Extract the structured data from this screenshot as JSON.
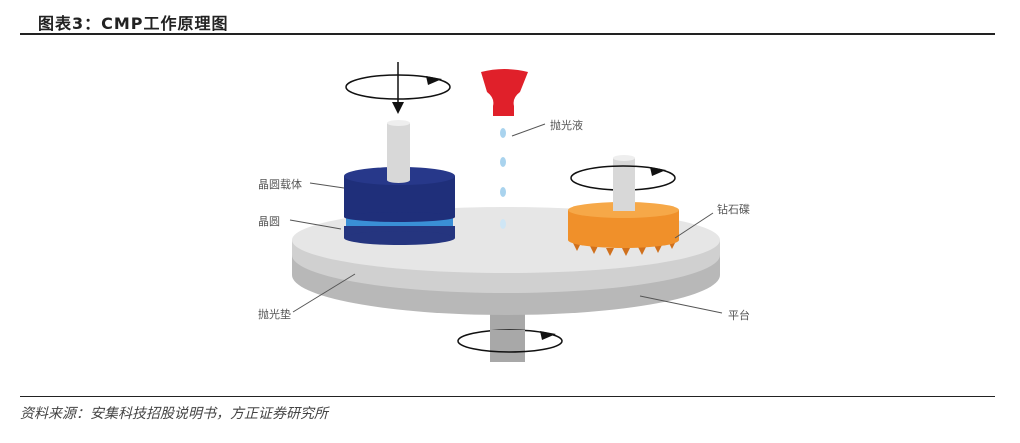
{
  "title": "图表3：CMP工作原理图",
  "source": "资料来源：安集科技招股说明书，方正证券研究所",
  "labels": {
    "slurry": "抛光液",
    "wafer_carrier": "晶圆载体",
    "wafer": "晶圆",
    "diamond_disk": "钻石碟",
    "polishing_pad": "抛光垫",
    "platen": "平台"
  },
  "colors": {
    "carrier": "#1f2f7a",
    "wafer": "#3a8fd6",
    "slurry_nozzle": "#e0202a",
    "diamond_disk": "#f0902a",
    "pad": "#e4e4e4",
    "platen": "#b5b5b5"
  }
}
